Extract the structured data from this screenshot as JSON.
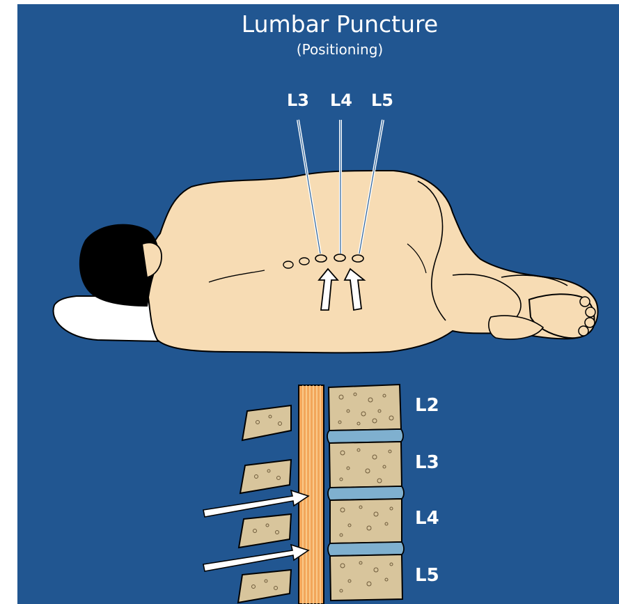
{
  "title": "Lumbar Puncture",
  "subtitle": "(Positioning)",
  "needle_labels": [
    "L3",
    "L4",
    "L5"
  ],
  "vertebra_labels": [
    "L2",
    "L3",
    "L4",
    "L5"
  ],
  "colors": {
    "background": "#215691",
    "skin": "#f7dcb4",
    "hair": "#000000",
    "pillow": "#ffffff",
    "bone": "#d8c59c",
    "disc": "#7fb0cf",
    "spinal_cord": "#f2a65a",
    "outline": "#000000",
    "arrow": "#ffffff"
  }
}
